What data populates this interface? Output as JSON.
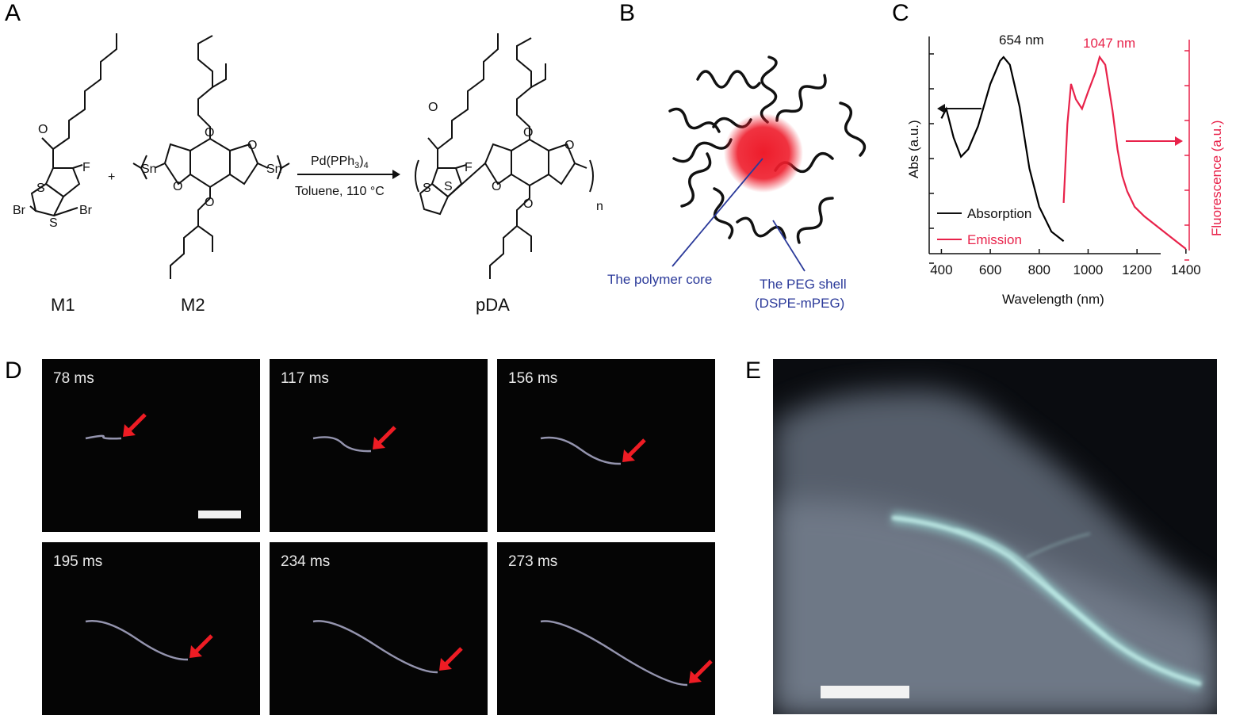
{
  "panels": {
    "A": {
      "letter": "A",
      "atoms": {
        "o": "O",
        "s": "S",
        "f": "F",
        "br": "Br",
        "sn": "Sn"
      },
      "plus": "+",
      "reagent": "Pd(PPh",
      "reagent_sub": "3",
      "reagent_tail": ")",
      "reagent_sub2": "4",
      "conditions": "Toluene, 110 °C",
      "repeat_n": "n",
      "labels": {
        "m1": "M1",
        "m2": "M2",
        "product": "pDA"
      }
    },
    "B": {
      "letter": "B",
      "core_label": "The polymer core",
      "shell_label_1": "The PEG shell",
      "shell_label_2": "(DSPE-mPEG)",
      "core_color": "#ee1c2b",
      "label_color": "#2b3a9a"
    },
    "C": {
      "letter": "C",
      "peak_abs": "654 nm",
      "peak_em": "1047 nm",
      "ylabel_left": "Abs (a.u.)",
      "ylabel_right": "Fluorescence (a.u.)",
      "xlabel": "Wavelength (nm)",
      "legend_absorption": "Absorption",
      "legend_emission": "Emission",
      "absorption_color": "#000000",
      "emission_color": "#e8224a"
    },
    "D": {
      "letter": "D",
      "frames": [
        "78 ms",
        "117 ms",
        "156 ms",
        "195 ms",
        "234 ms",
        "273 ms"
      ],
      "arrow_color": "#ee1c24"
    },
    "E": {
      "letter": "E"
    }
  },
  "chart_data": {
    "type": "line",
    "xlabel": "Wavelength (nm)",
    "ylabel": "Abs (a.u.)",
    "y2label": "Fluorescence (a.u.)",
    "xlim": [
      350,
      1420
    ],
    "xticks": [
      400,
      600,
      800,
      1000,
      1200,
      1400
    ],
    "series": [
      {
        "name": "Absorption",
        "axis": "left",
        "x": [
          400,
          420,
          450,
          480,
          510,
          550,
          600,
          640,
          654,
          680,
          720,
          760,
          800,
          850,
          900
        ],
        "y": [
          0.68,
          0.73,
          0.58,
          0.48,
          0.52,
          0.64,
          0.86,
          0.98,
          1.0,
          0.96,
          0.74,
          0.42,
          0.22,
          0.09,
          0.04
        ]
      },
      {
        "name": "Emission",
        "axis": "right",
        "x": [
          900,
          915,
          930,
          950,
          975,
          1000,
          1030,
          1047,
          1070,
          1100,
          1120,
          1140,
          1160,
          1190,
          1230,
          1280,
          1330,
          1400
        ],
        "y": [
          0.24,
          0.65,
          0.86,
          0.78,
          0.73,
          0.82,
          0.92,
          1.0,
          0.96,
          0.72,
          0.52,
          0.38,
          0.3,
          0.22,
          0.17,
          0.12,
          0.07,
          0.0
        ]
      }
    ],
    "annotations": [
      "654 nm",
      "1047 nm"
    ]
  }
}
